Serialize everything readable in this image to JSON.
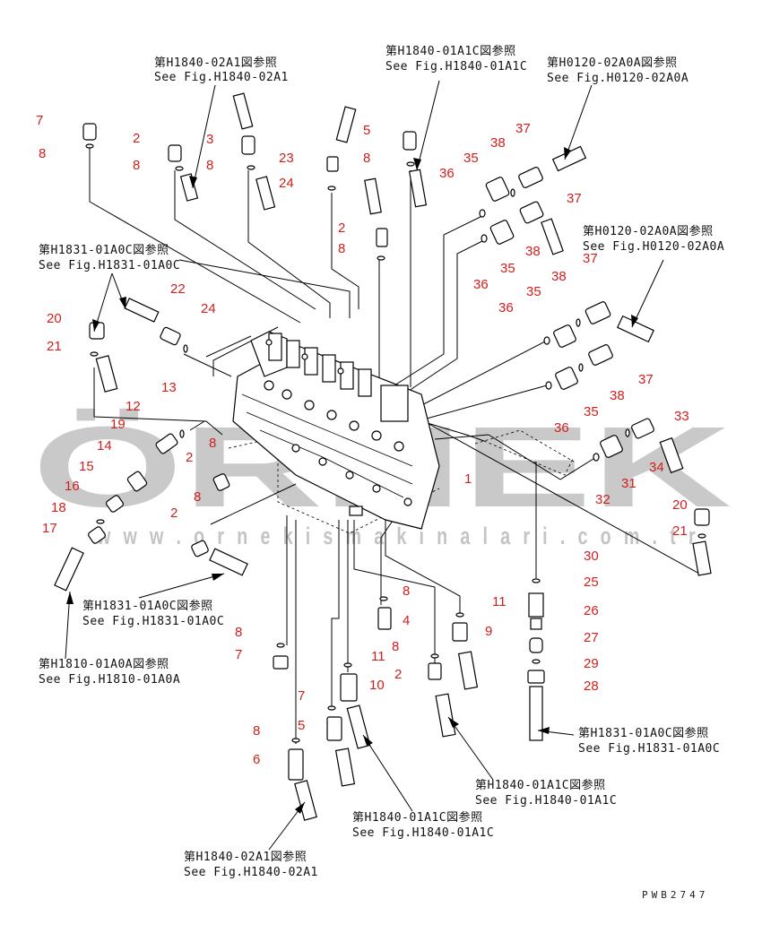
{
  "watermark": {
    "brand": "ÖRNEK",
    "url": "w w w . o r n e k i s m a k i n a l a r i . c o m . t r"
  },
  "drawing_code": "PWB2747",
  "references": [
    {
      "jp": "第H1840-02A1図参照",
      "en": "See Fig.H1840-02A1"
    },
    {
      "jp": "第H1840-01A1C図参照",
      "en": "See Fig.H1840-01A1C"
    },
    {
      "jp": "第H0120-02A0A図参照",
      "en": "See Fig.H0120-02A0A"
    },
    {
      "jp": "第H1831-01A0C図参照",
      "en": "See Fig.H1831-01A0C"
    },
    {
      "jp": "第H0120-02A0A図参照",
      "en": "See Fig.H0120-02A0A"
    },
    {
      "jp": "第H1831-01A0C図参照",
      "en": "See Fig.H1831-01A0C"
    },
    {
      "jp": "第H1810-01A0A図参照",
      "en": "See Fig.H1810-01A0A"
    },
    {
      "jp": "第H1831-01A0C図参照",
      "en": "See Fig.H1831-01A0C"
    },
    {
      "jp": "第H1840-01A1C図参照",
      "en": "See Fig.H1840-01A1C"
    },
    {
      "jp": "第H1840-01A1C図参照",
      "en": "See Fig.H1840-01A1C"
    },
    {
      "jp": "第H1840-02A1図参照",
      "en": "See Fig.H1840-02A1"
    }
  ],
  "part_numbers": [
    "7",
    "8",
    "2",
    "8",
    "3",
    "8",
    "5",
    "8",
    "23",
    "24",
    "36",
    "35",
    "38",
    "37",
    "37",
    "2",
    "8",
    "38",
    "35",
    "36",
    "38",
    "37",
    "35",
    "36",
    "38",
    "37",
    "22",
    "24",
    "20",
    "21",
    "12",
    "13",
    "19",
    "14",
    "15",
    "16",
    "18",
    "17",
    "8",
    "2",
    "2",
    "8",
    "1",
    "33",
    "34",
    "31",
    "32",
    "36",
    "35",
    "20",
    "21",
    "30",
    "25",
    "26",
    "27",
    "29",
    "28",
    "8",
    "4",
    "11",
    "9",
    "8",
    "7",
    "11",
    "2",
    "8",
    "10",
    "7",
    "5",
    "8",
    "6"
  ]
}
